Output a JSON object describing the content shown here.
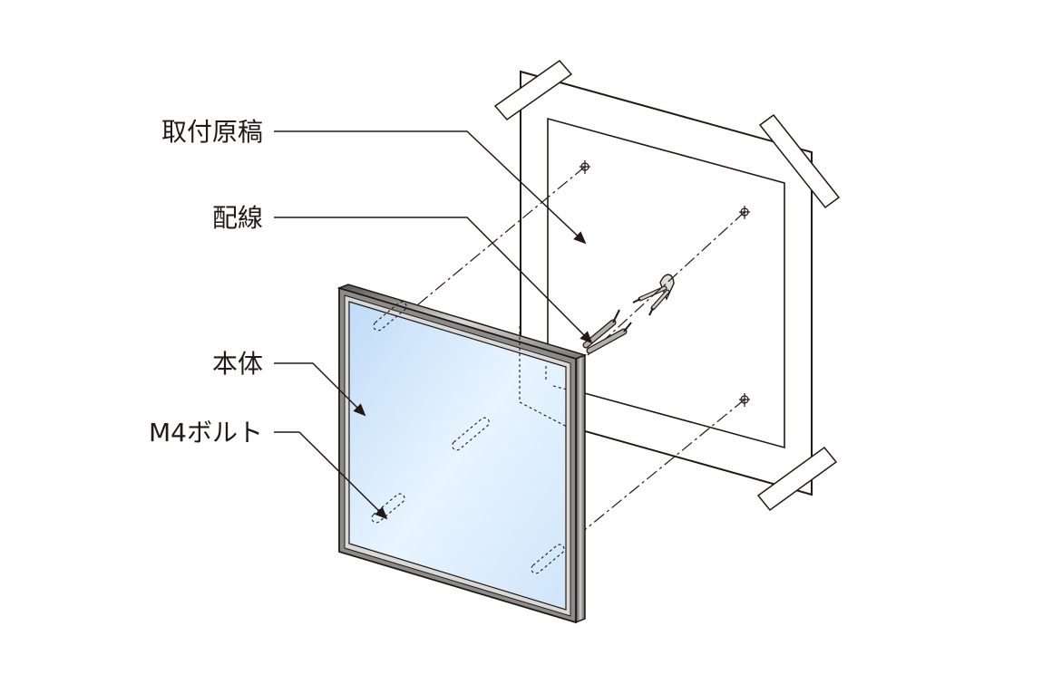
{
  "labels": {
    "mounting_template": "取付原稿",
    "wiring": "配線",
    "main_body": "本体",
    "m4_bolt": "M4ボルト"
  },
  "colors": {
    "line": "#231815",
    "glass_light": "#e8f4ff",
    "glass_blue": "#bfdcf7",
    "frame_dark": "#3a3a3a",
    "frame_light": "#d9d9d9"
  }
}
